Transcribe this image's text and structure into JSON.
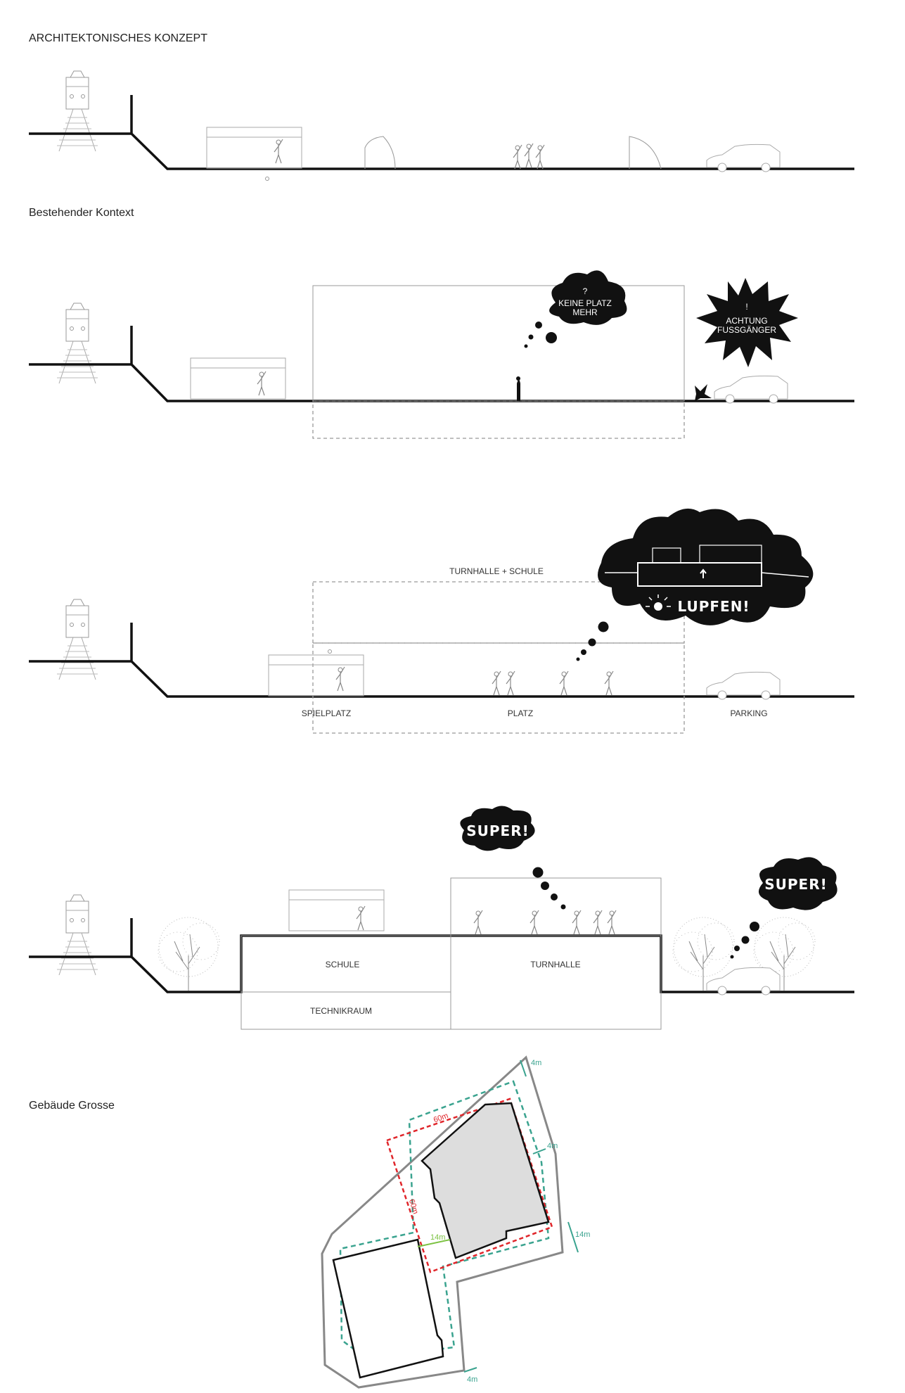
{
  "headings": {
    "concept": "ARCHITEKTONISCHES KONZEPT",
    "context": "Bestehender Kontext",
    "size": "Gebäude Grosse"
  },
  "bubbles": {
    "no_space": "KEINE PLATZ MEHR",
    "no_space_mark": "?",
    "attention": "ACHTUNG FUSSGÄNGER",
    "attention_mark": "!",
    "lift": "LUPFEN!",
    "super": "SUPER!"
  },
  "section_labels": {
    "turnhalle_schule": "TURNHALLE + SCHULE",
    "spielplatz": "SPIELPLATZ",
    "platz": "PLATZ",
    "parking": "PARKING",
    "schule": "SCHULE",
    "turnhalle": "TURNHALLE",
    "technikraum": "TECHNIKRAUM"
  },
  "dimensions": {
    "d60_top": "60m",
    "d60_side": "60m",
    "d4_top": "4m",
    "d4_right": "4m",
    "d14_right": "14m",
    "d14_mid": "14m",
    "d4_bottom": "4m"
  },
  "colors": {
    "teal": "#3aa38f",
    "red": "#e0262b",
    "green": "#7cc242",
    "building": "#dddddd"
  }
}
